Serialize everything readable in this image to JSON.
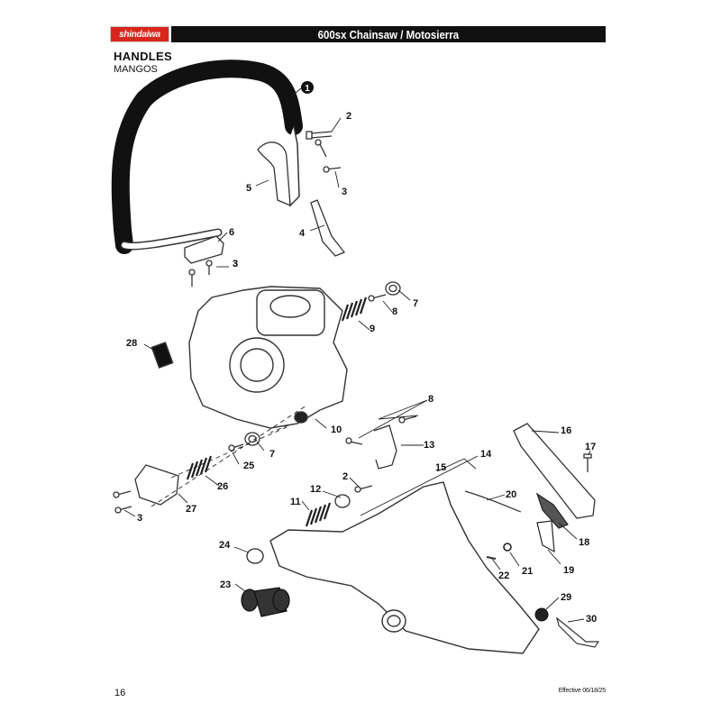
{
  "header": {
    "brand": "shindaiwa",
    "title": "600sx Chainsaw / Motosierra",
    "brand_color": "#d9261c"
  },
  "section": {
    "title": "HANDLES",
    "subtitle": "MANGOS"
  },
  "footer": {
    "page_number": "16",
    "effective": "Effective 06/18/25"
  },
  "callouts": [
    "1",
    "2",
    "3",
    "5",
    "3",
    "4",
    "6",
    "3",
    "7",
    "8",
    "9",
    "28",
    "8",
    "10",
    "7",
    "13",
    "25",
    "16",
    "17",
    "14",
    "15",
    "26",
    "2",
    "12",
    "20",
    "27",
    "3",
    "11",
    "18",
    "24",
    "22",
    "21",
    "19",
    "23",
    "29",
    "30"
  ]
}
